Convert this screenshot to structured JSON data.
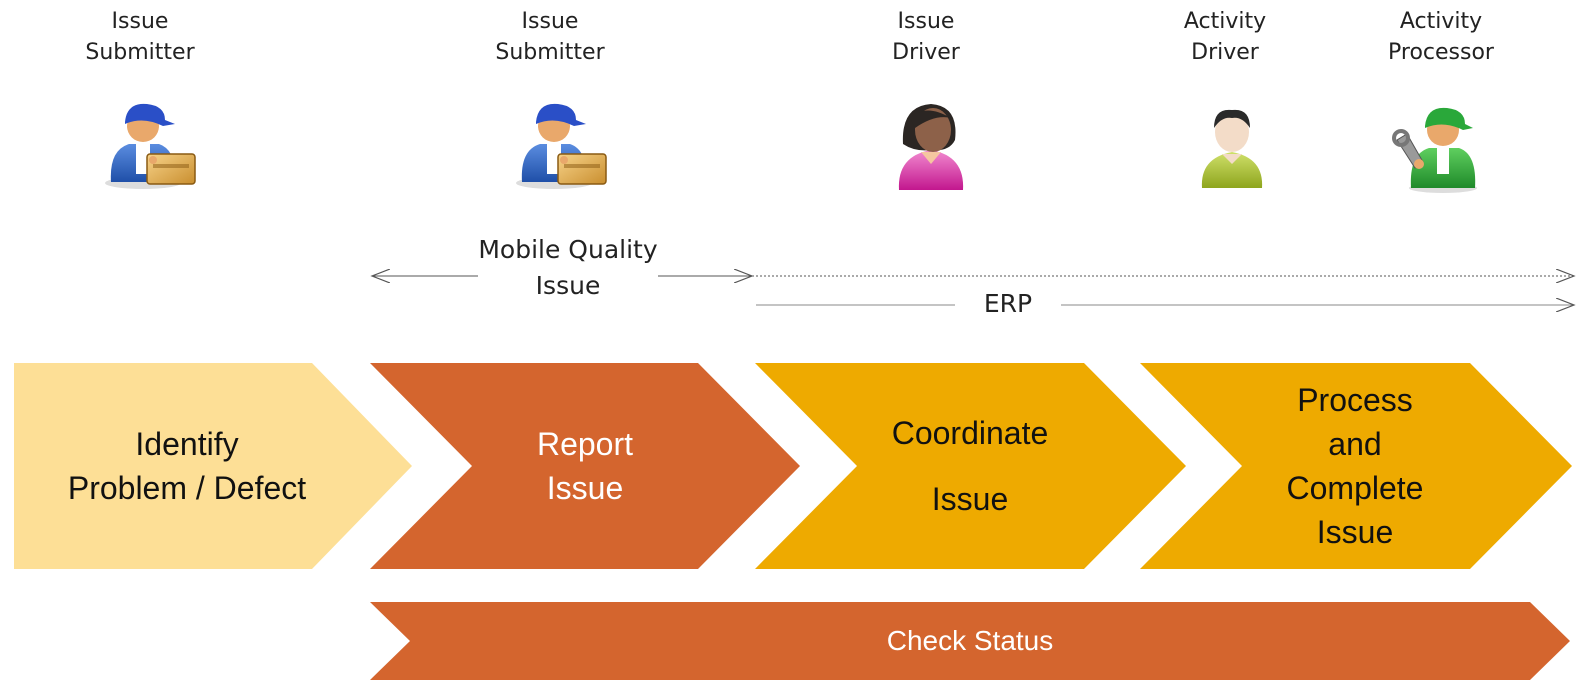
{
  "roles": [
    {
      "label": "Issue\nSubmitter",
      "icon": "worker-with-boxes-icon"
    },
    {
      "label": "Issue\nSubmitter",
      "icon": "worker-with-boxes-icon"
    },
    {
      "label": "Issue\nDriver",
      "icon": "woman-user-icon"
    },
    {
      "label": "Activity\nDriver",
      "icon": "user-icon"
    },
    {
      "label": "Activity\nProcessor",
      "icon": "mechanic-with-wrench-icon"
    }
  ],
  "systems": {
    "mobile": "Mobile Quality\nIssue",
    "erp": "ERP"
  },
  "steps": [
    {
      "label": "Identify\nProblem / Defect",
      "color": "#FDDF96",
      "text_color": "#111111"
    },
    {
      "label": "Report\nIssue",
      "color": "#D4652E",
      "text_color": "#FFFFFF"
    },
    {
      "label": "Coordinate\n\nIssue",
      "color": "#EEAA00",
      "text_color": "#111111"
    },
    {
      "label": "Process\nand\nComplete\nIssue",
      "color": "#EEAA00",
      "text_color": "#111111"
    }
  ],
  "status_bar": {
    "label": "Check Status",
    "color": "#D4652E",
    "text_color": "#FFFFFF"
  }
}
